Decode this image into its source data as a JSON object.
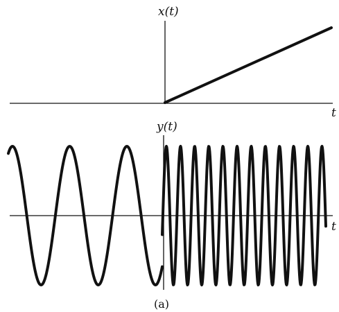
{
  "top_plot": {
    "ylabel": "x(t)",
    "xlabel": "t"
  },
  "bottom_plot": {
    "ylabel": "y(t)",
    "xlabel": "t"
  },
  "caption": "(a)",
  "colors": {
    "ink": "#111111",
    "background": "#ffffff"
  }
}
